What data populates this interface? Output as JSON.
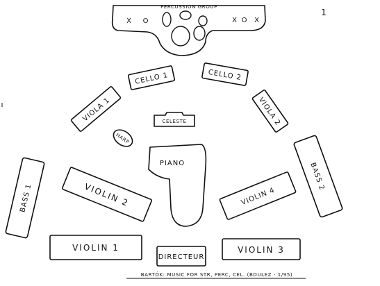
{
  "percussion": {
    "label": "PERCUSSION GROUP",
    "marks": [
      "X",
      "O",
      "X",
      "O",
      "X"
    ]
  },
  "sections": {
    "cello_1": "CELLO 1",
    "cello_2": "CELLO 2",
    "viola_1": "VIOLA 1",
    "viola_2": "VIOLA 2",
    "celeste": "CELESTE",
    "harp": "HARP",
    "piano": "PIANO",
    "bass_1": "BASS 1",
    "bass_2": "BASS 2",
    "violin_1": "VIOLIN 1",
    "violin_2": "VIOLIN 2",
    "violin_3": "VIOLIN 3",
    "violin_4": "VIOLIN 4",
    "directeur": "DIRECTEUR"
  },
  "caption": "BARTÓK: MUSIC FOR STR, PERC, CEL. (BOULEZ - 1/95)",
  "page_number": "1"
}
